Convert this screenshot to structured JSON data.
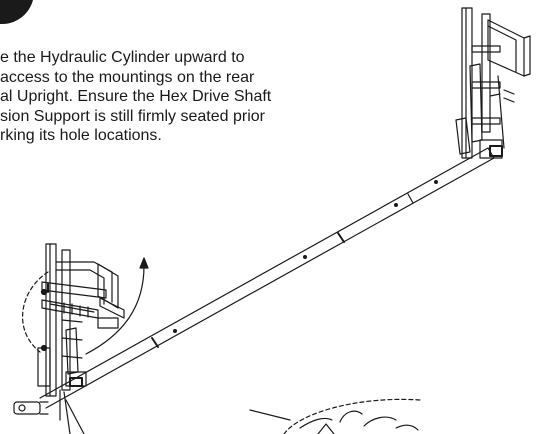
{
  "instruction": {
    "lines": [
      "e the Hydraulic Cylinder upward to",
      "access to the mountings on the rear",
      "al Upright. Ensure the Hex Drive Shaft",
      "sion Support is still firmly seated prior",
      "rking its hole locations."
    ]
  },
  "colors": {
    "ink": "#1a1a1a",
    "paper": "#ffffff"
  }
}
